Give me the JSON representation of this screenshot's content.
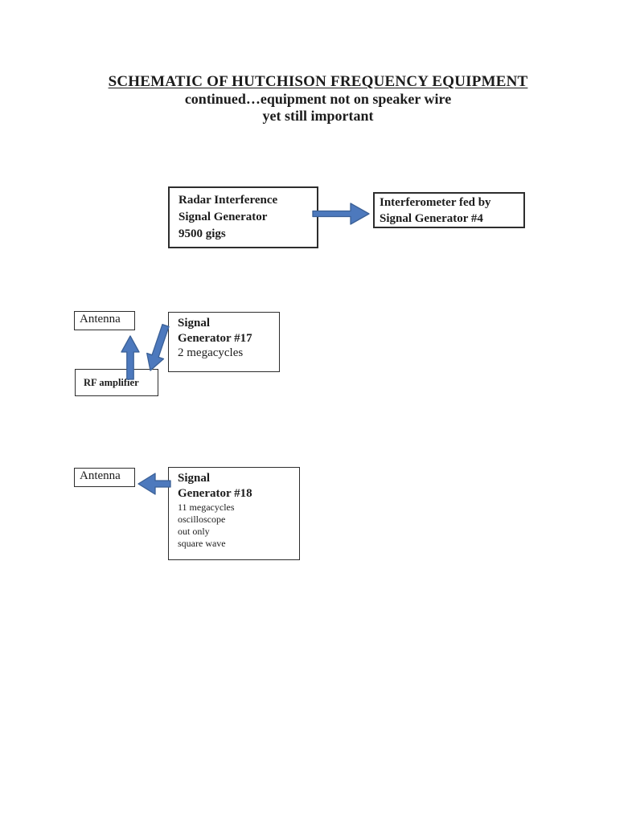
{
  "page": {
    "title_line1": "SCHEMATIC OF HUTCHISON FREQUENCY EQUIPMENT",
    "title_line2": "continued…equipment not on speaker wire",
    "title_line3": "yet still important"
  },
  "diagram": {
    "radar_box": {
      "line1": "Radar Interference",
      "line2": "Signal Generator",
      "line3": "9500 gigs"
    },
    "interferometer_box": {
      "line1": "Interferometer fed by",
      "line2": "Signal Generator #4"
    },
    "antenna_box_1": {
      "label": "Antenna"
    },
    "signal_generator_17_box": {
      "line1": "Signal",
      "line2": "Generator #17",
      "line3": "2 megacycles"
    },
    "rf_amplifier_box": {
      "label": "RF amplifier"
    },
    "antenna_box_2": {
      "label": "Antenna"
    },
    "signal_generator_18_box": {
      "line1": "Signal",
      "line2": "Generator #18",
      "detail1": "11 megacycles",
      "detail2": "oscilloscope",
      "detail3": "out only",
      "detail4": "square wave"
    },
    "connectors": {
      "radar_to_interferometer": "right",
      "rf_amplifier_to_antenna": "up",
      "sg17_to_rf_amplifier": "down-left",
      "sg18_to_antenna": "left"
    },
    "colors": {
      "arrow_fill": "#4d79bd",
      "arrow_stroke": "#3b6096",
      "box_border": "#2d2d2d",
      "text": "#1c1c1c",
      "page_background": "#ffffff"
    }
  }
}
